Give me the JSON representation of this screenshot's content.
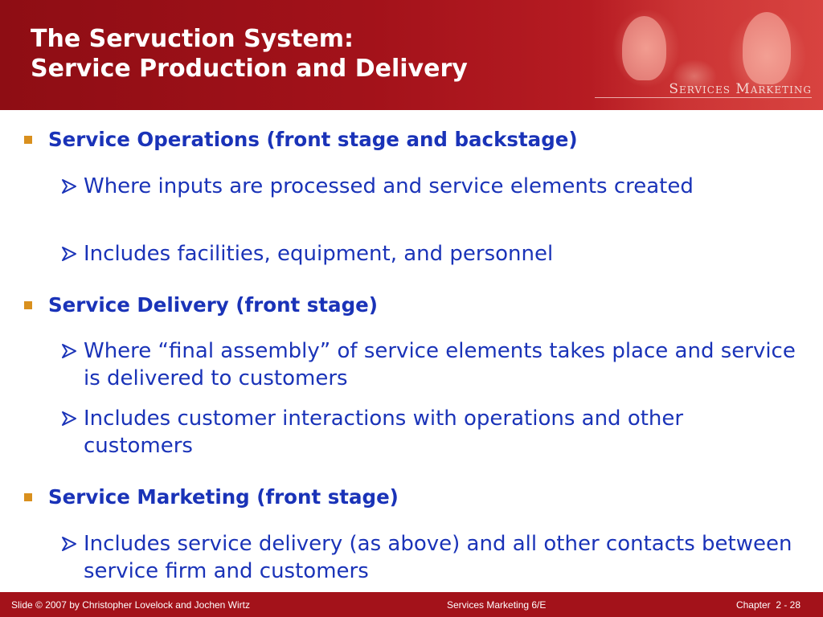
{
  "header": {
    "title_line1": "The Servuction System:",
    "title_line2": "Service Production and Delivery",
    "brand": "Services Marketing"
  },
  "content": {
    "sections": [
      {
        "heading": "Service Operations (front stage and backstage)",
        "points": [
          "Where inputs are processed and service elements created",
          "Includes facilities, equipment, and personnel"
        ]
      },
      {
        "heading": "Service Delivery (front stage)",
        "points": [
          "Where “final assembly” of service elements takes place and service is delivered to customers",
          "Includes customer interactions with operations and other customers"
        ]
      },
      {
        "heading": "Service Marketing (front stage)",
        "points": [
          "Includes service delivery (as above) and all other contacts between service firm and customers"
        ]
      }
    ]
  },
  "footer": {
    "left": "Slide © 2007 by Christopher Lovelock and Jochen Wirtz",
    "center": "Services Marketing 6/E",
    "right": "Chapter  2 - 28"
  },
  "colors": {
    "header_red": "#a3121a",
    "text_blue": "#1a33b8",
    "bullet_gold": "#d9901e"
  },
  "icons": {
    "level1_bullet": "square-bullet-icon",
    "level2_bullet": "arrowhead-bullet-icon"
  }
}
